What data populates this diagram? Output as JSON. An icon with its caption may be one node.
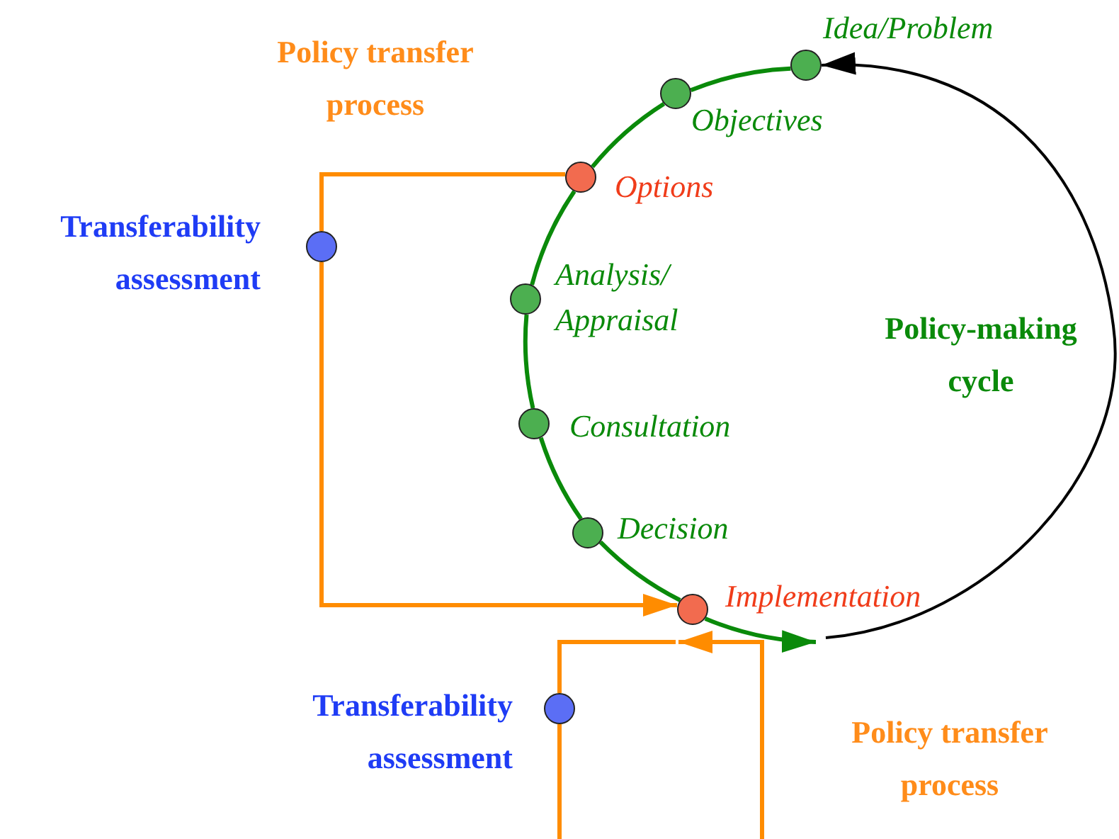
{
  "diagram": {
    "nodes": [
      {
        "text": [],
        "shape": "circle",
        "beside": [
          "Idea/Problem"
        ]
      },
      {
        "text": [],
        "shape": "circle",
        "beside": [
          "Objectives"
        ]
      },
      {
        "text": [],
        "shape": "circle",
        "beside": [
          "Options"
        ]
      },
      {
        "text": [],
        "shape": "circle",
        "beside": [
          "Analysis/ Appraisal"
        ]
      },
      {
        "text": [],
        "shape": "circle",
        "beside": [
          "Consultation"
        ]
      },
      {
        "text": [],
        "shape": "circle",
        "beside": [
          "Decision"
        ]
      },
      {
        "text": [],
        "shape": "circle",
        "beside": [
          "Implementation"
        ]
      },
      {
        "text": [],
        "shape": "circle"
      },
      {
        "text": [],
        "shape": "circle"
      }
    ],
    "edges": [
      {
        "from": 0,
        "to": 1,
        "arrow": "none"
      },
      {
        "from": 1,
        "to": 2,
        "arrow": "none"
      },
      {
        "from": 2,
        "to": 3,
        "arrow": "none"
      },
      {
        "from": 3,
        "to": 4,
        "arrow": "none"
      },
      {
        "from": 4,
        "to": 5,
        "arrow": "none"
      },
      {
        "from": 5,
        "to": 6,
        "arrow": "none"
      },
      {
        "from": 6,
        "to": null,
        "arrow": "to"
      },
      {
        "from": null,
        "to": 0,
        "arrow": "to",
        "color": "#000000"
      },
      {
        "from": 2,
        "to": 7,
        "arrow": "none",
        "color": "#ff8c00"
      },
      {
        "from": 7,
        "to": 6,
        "arrow": "to",
        "color": "#ff8c00"
      },
      {
        "from": null,
        "to": 6,
        "arrow": "to",
        "color": "#ff8c00"
      },
      {
        "from": 6,
        "to": 8,
        "arrow": "none",
        "color": "#ff8c00"
      },
      {
        "from": 8,
        "to": null,
        "arrow": "none",
        "color": "#ff8c00"
      }
    ],
    "labels": [
      "Policy transfer process",
      "Transferability assessment",
      "Policy-making cycle",
      "Transferability assessment",
      "Policy transfer process"
    ]
  }
}
